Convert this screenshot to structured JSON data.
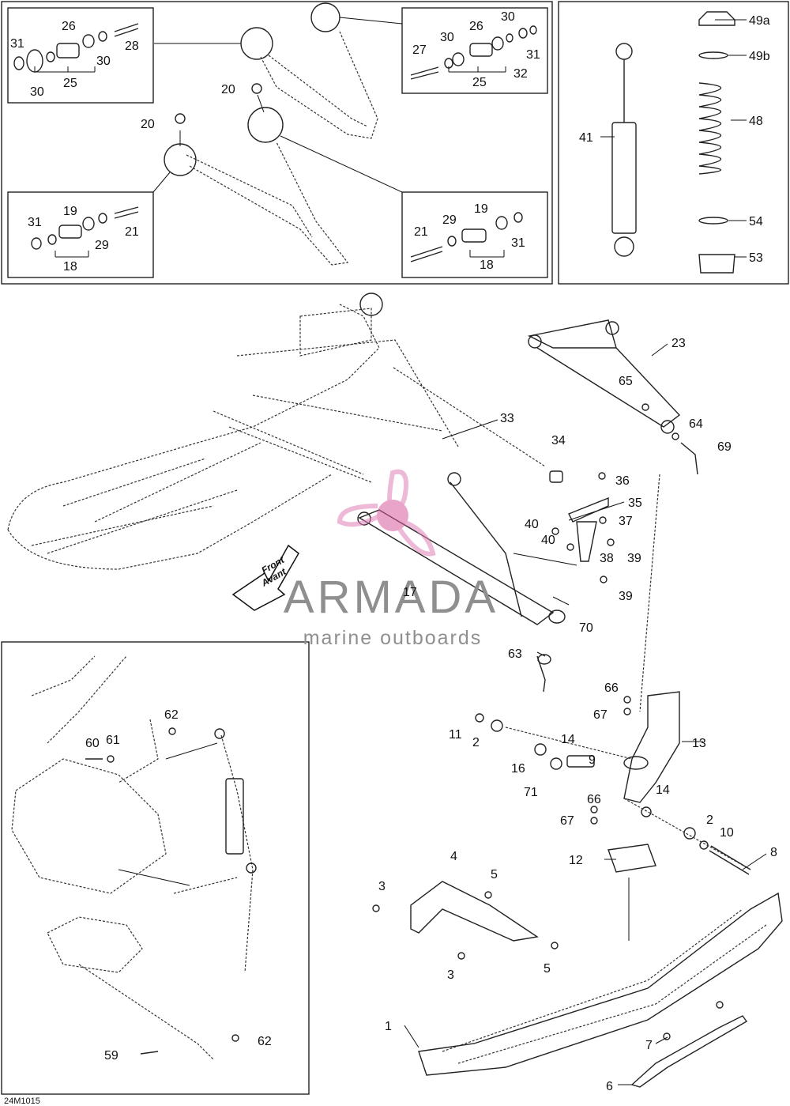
{
  "diagram": {
    "watermark": {
      "brand": "ARMADA",
      "tagline": "marine outboards"
    },
    "front_arrow": {
      "line1": "Front",
      "line2": "Avant"
    },
    "drawing_code": "24M1015",
    "labels": {
      "l31a": "31",
      "l26a": "26",
      "l28a": "28",
      "l30a": "30",
      "l30b": "30",
      "l25a": "25",
      "l30c": "30",
      "l26b": "26",
      "l30d": "30",
      "l27": "27",
      "l31b": "31",
      "l32": "32",
      "l25b": "25",
      "l20a": "20",
      "l20b": "20",
      "l31c": "31",
      "l19a": "19",
      "l21a": "21",
      "l29a": "29",
      "l18a": "18",
      "l21b": "21",
      "l29b": "29",
      "l19b": "19",
      "l31d": "31",
      "l18b": "18",
      "l49a": "49a",
      "l49b": "49b",
      "l48": "48",
      "l41": "41",
      "l54": "54",
      "l53": "53",
      "l23": "23",
      "l65": "65",
      "l64": "64",
      "l69": "69",
      "l33": "33",
      "l34": "34",
      "l36": "36",
      "l35": "35",
      "l40a": "40",
      "l37": "37",
      "l40b": "40",
      "l38": "38",
      "l39a": "39",
      "l39b": "39",
      "l17": "17",
      "l70": "70",
      "l63": "63",
      "l66a": "66",
      "l67a": "67",
      "l13": "13",
      "l11": "11",
      "l2a": "2",
      "l14a": "14",
      "l16": "16",
      "l9": "9",
      "l71": "71",
      "l66b": "66",
      "l67b": "67",
      "l14b": "14",
      "l2b": "2",
      "l10": "10",
      "l12": "12",
      "l8": "8",
      "l4": "4",
      "l5a": "5",
      "l3a": "3",
      "l5b": "5",
      "l3b": "3",
      "l1": "1",
      "l7": "7",
      "l6": "6",
      "l62a": "62",
      "l60": "60",
      "l61": "61",
      "l59": "59",
      "l62b": "62"
    }
  }
}
